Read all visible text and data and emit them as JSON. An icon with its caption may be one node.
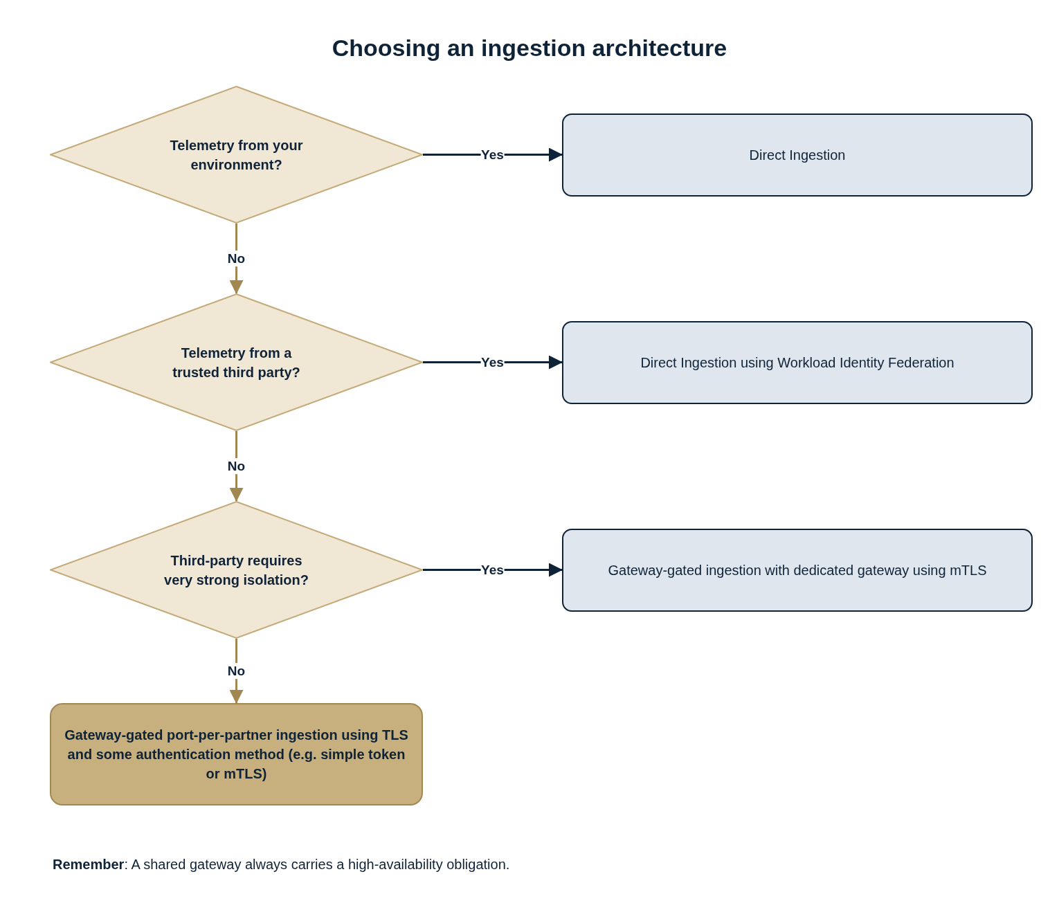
{
  "diagram": {
    "title": "Choosing an ingestion architecture",
    "nodes": [
      {
        "text": [
          "Telemetry from your environment?"
        ]
      },
      {
        "text": [
          "Direct Ingestion"
        ]
      },
      {
        "text": [
          "Telemetry from a trusted third party?"
        ]
      },
      {
        "text": [
          "Direct Ingestion using Workload Identity Federation"
        ]
      },
      {
        "text": [
          "Third-party requires very strong isolation?"
        ]
      },
      {
        "text": [
          "Gateway-gated ingestion with dedicated gateway using mTLS"
        ]
      },
      {
        "text": [
          "Gateway-gated port-per-partner ingestion using TLS and some authentication method (e.g. simple token or mTLS)"
        ]
      }
    ],
    "edges": [
      {
        "from": 0,
        "to": 1,
        "arrow": "to",
        "label": "Yes"
      },
      {
        "from": 0,
        "to": 2,
        "arrow": "to",
        "label": "No",
        "color": "#a08850"
      },
      {
        "from": 2,
        "to": 3,
        "arrow": "to",
        "label": "Yes"
      },
      {
        "from": 2,
        "to": 4,
        "arrow": "to",
        "label": "No",
        "color": "#a08850"
      },
      {
        "from": 4,
        "to": 5,
        "arrow": "to",
        "label": "Yes"
      },
      {
        "from": 4,
        "to": 6,
        "arrow": "to",
        "label": "No",
        "color": "#a08850"
      }
    ],
    "labels": [
      "**Remember**: A shared gateway always carries a high-availability obligation."
    ]
  }
}
